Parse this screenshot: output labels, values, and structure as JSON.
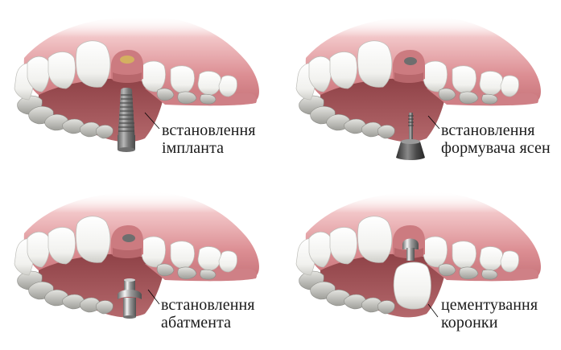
{
  "diagram": {
    "title": "",
    "steps": [
      {
        "id": 1,
        "line1": "встановлення",
        "line2": "імпланта",
        "part": "implant-screw"
      },
      {
        "id": 2,
        "line1": "встановлення",
        "line2": "формувача ясен",
        "part": "healing-cap"
      },
      {
        "id": 3,
        "line1": "встановлення",
        "line2": "абатмента",
        "part": "abutment"
      },
      {
        "id": 4,
        "line1": "цементування",
        "line2": "коронки",
        "part": "crown"
      }
    ]
  },
  "colors": {
    "gum": "#d98a8f",
    "gum_dark": "#a85a60",
    "palate": "#a9595d",
    "tooth": "#f6f6f3",
    "tooth_shade": "#c9c9c4",
    "metal": "#8c8c8c",
    "label_text": "#1a1a1a"
  }
}
